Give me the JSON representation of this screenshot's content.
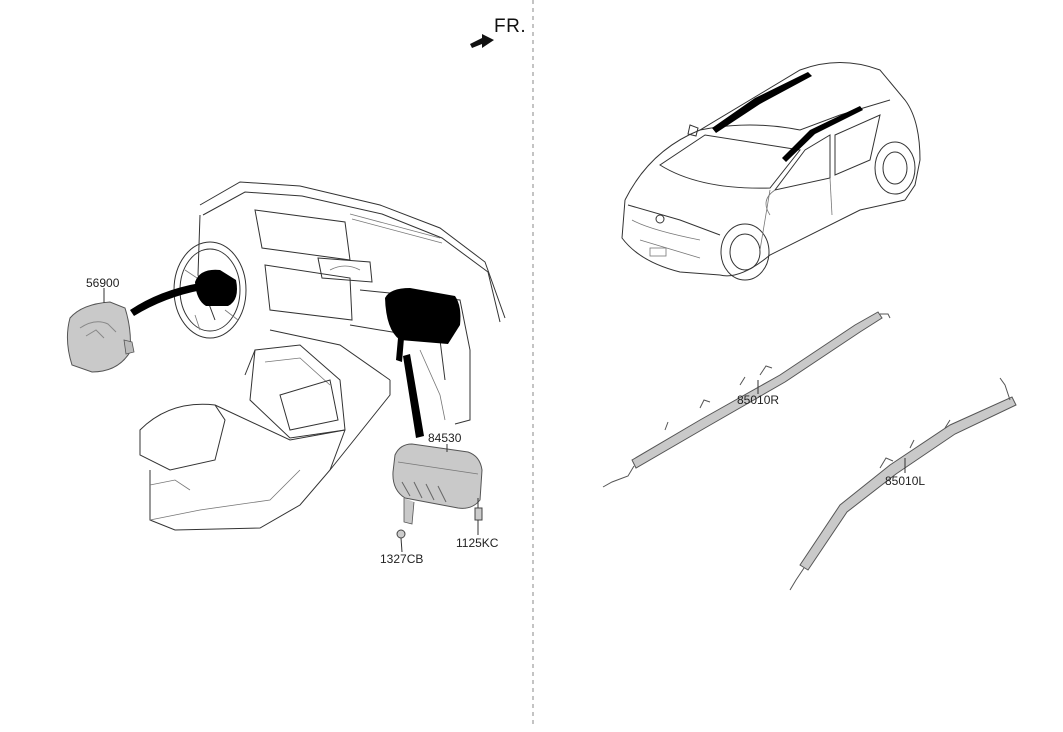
{
  "direction": {
    "label": "FR."
  },
  "parts": {
    "driver_airbag": "56900",
    "passenger_airbag": "84530",
    "nut": "1327CB",
    "bolt": "1125KC",
    "curtain_right": "85010R",
    "curtain_left": "85010L"
  },
  "colors": {
    "line": "#333333",
    "part_fill": "#c9c9c9",
    "highlight": "#000000",
    "divider": "#888888"
  }
}
